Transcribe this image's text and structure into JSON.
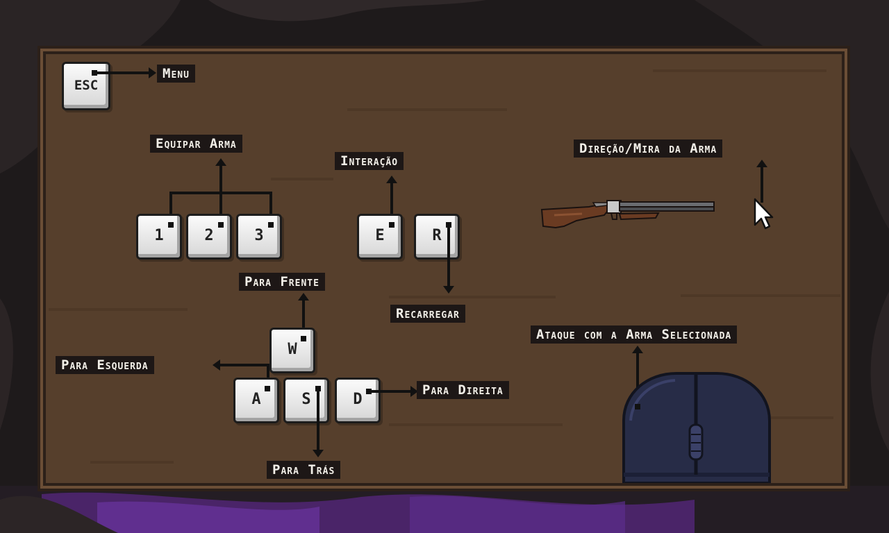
{
  "screen": "controls",
  "keys": {
    "esc": "ESC",
    "one": "1",
    "two": "2",
    "three": "3",
    "e": "E",
    "r": "R",
    "w": "W",
    "a": "A",
    "s": "S",
    "d": "D"
  },
  "labels": {
    "menu": "Menu",
    "equip_weapon": "Equipar Arma",
    "interaction": "Interação",
    "reload": "Recarregar",
    "aim": "Direção/Mira da Arma",
    "forward": "Para Frente",
    "left": "Para Esquerda",
    "right": "Para Direita",
    "back": "Para Trás",
    "attack": "Ataque com a Arma Selecionada"
  },
  "icons": {
    "weapon": "shotgun-icon",
    "mouse": "mouse-icon",
    "cursor": "cursor-icon"
  },
  "colors": {
    "board": "#563f2c",
    "label_bg": "#1d1716",
    "key": "#e6e6e6",
    "mouse": "#272c47",
    "ground_accent": "#5a2a7a"
  }
}
